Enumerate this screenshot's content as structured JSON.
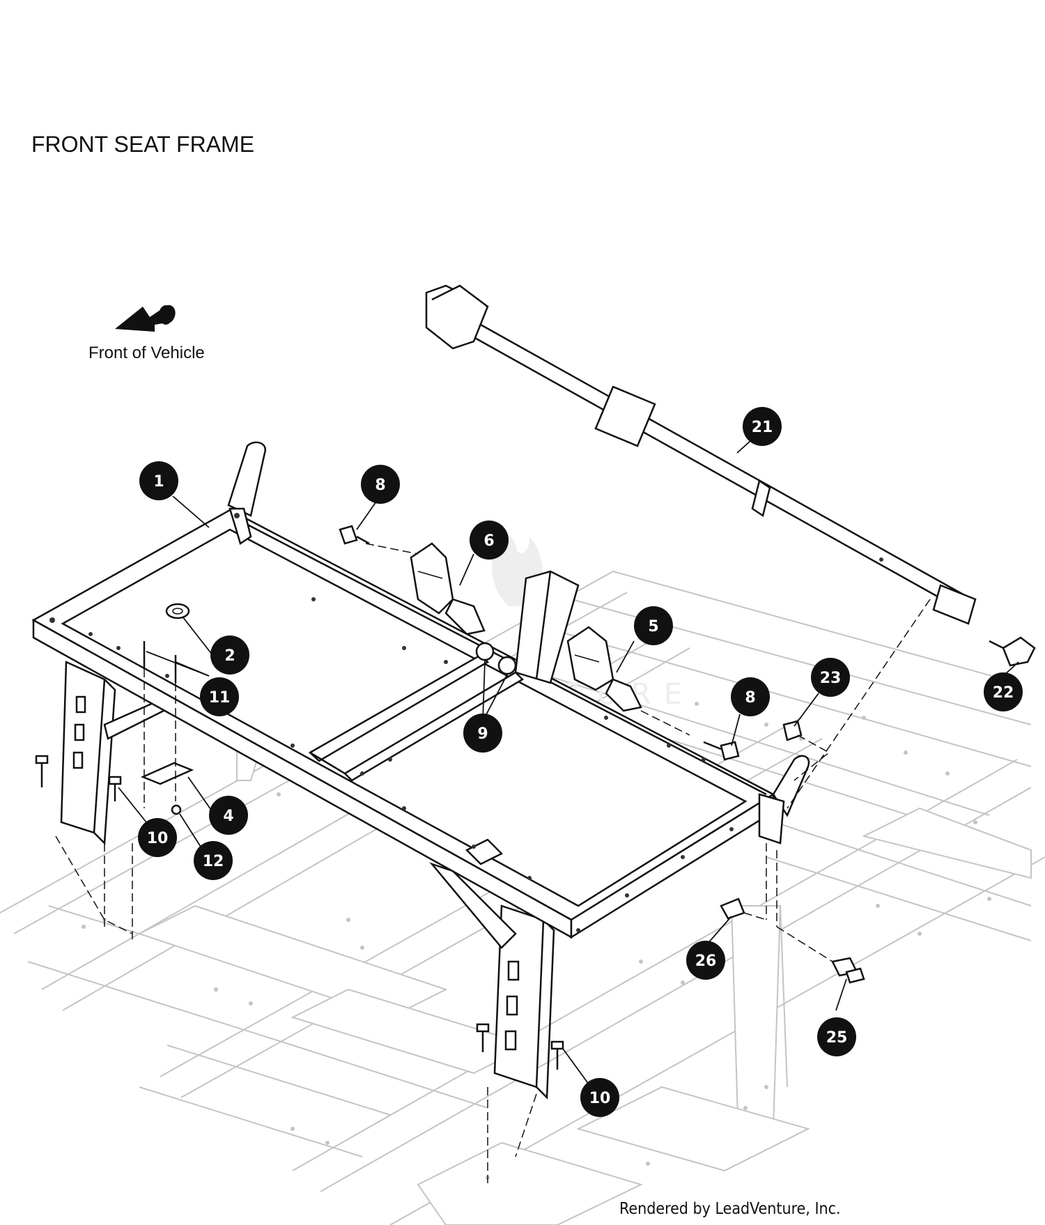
{
  "title": "FRONT SEAT FRAME",
  "front_indicator": {
    "label": "Front of Vehicle",
    "icon": "arrow-icon"
  },
  "credit": "Rendered by LeadVenture, Inc.",
  "callouts": [
    {
      "id": "c1",
      "label": "1"
    },
    {
      "id": "c2",
      "label": "2"
    },
    {
      "id": "c4",
      "label": "4"
    },
    {
      "id": "c5",
      "label": "5"
    },
    {
      "id": "c6",
      "label": "6"
    },
    {
      "id": "c8a",
      "label": "8"
    },
    {
      "id": "c8b",
      "label": "8"
    },
    {
      "id": "c9",
      "label": "9"
    },
    {
      "id": "c10a",
      "label": "10"
    },
    {
      "id": "c10b",
      "label": "10"
    },
    {
      "id": "c11",
      "label": "11"
    },
    {
      "id": "c12",
      "label": "12"
    },
    {
      "id": "c21",
      "label": "21"
    },
    {
      "id": "c22",
      "label": "22"
    },
    {
      "id": "c23",
      "label": "23"
    },
    {
      "id": "c25",
      "label": "25"
    },
    {
      "id": "c26",
      "label": "26"
    }
  ]
}
